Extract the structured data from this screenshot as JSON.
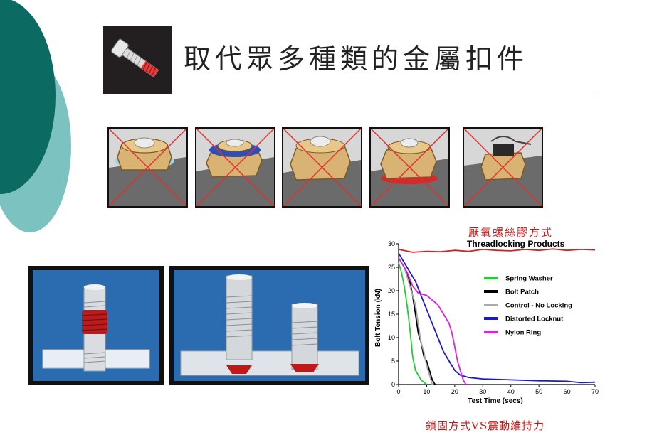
{
  "slide": {
    "title": "取代眾多種類的金屬扣件",
    "title_icon": "bolt-icon",
    "panels": [
      {
        "name": "spring-washer-nut",
        "icon": "spring-washer-nut-crossed-icon"
      },
      {
        "name": "bolt-patch-nut",
        "icon": "bolt-patch-nut-crossed-icon"
      },
      {
        "name": "plain-nut",
        "icon": "plain-nut-crossed-icon"
      },
      {
        "name": "distorted-locknut",
        "icon": "distorted-locknut-crossed-icon"
      },
      {
        "name": "nylon-ring-nut",
        "icon": "castle-nut-cotter-pin-crossed-icon"
      }
    ],
    "caption_top": "厭氧螺絲膠方式",
    "caption_bottom": "鎖固方式VS震動維持力",
    "colors": {
      "teal_dark": "#0b6b63",
      "teal_light": "#7cc2c0",
      "caption_red": "#c41a1a",
      "photo_blue": "#2b6cb0"
    }
  },
  "chart_data": {
    "type": "line",
    "title": "Threadlocking Products",
    "xlabel": "Test Time (secs)",
    "ylabel": "Bolt Tension (kN)",
    "xlim": [
      0,
      70
    ],
    "ylim": [
      0,
      30
    ],
    "xticks": [
      0,
      10,
      20,
      30,
      40,
      50,
      60,
      70
    ],
    "yticks": [
      0,
      5,
      10,
      15,
      20,
      25,
      30
    ],
    "legend_placement": "right",
    "series": [
      {
        "name": "Threadlocking Products",
        "legend": false,
        "color": "#d42020",
        "points": [
          [
            0,
            28.8
          ],
          [
            5,
            28.2
          ],
          [
            10,
            28.4
          ],
          [
            15,
            28.3
          ],
          [
            20,
            28.6
          ],
          [
            25,
            28.4
          ],
          [
            30,
            28.8
          ],
          [
            35,
            28.6
          ],
          [
            40,
            28.5
          ],
          [
            45,
            28.8
          ],
          [
            50,
            28.6
          ],
          [
            55,
            28.9
          ],
          [
            60,
            28.6
          ],
          [
            65,
            28.8
          ],
          [
            70,
            28.7
          ]
        ]
      },
      {
        "name": "Spring Washer",
        "legend": true,
        "color": "#22cc33",
        "points": [
          [
            0,
            26
          ],
          [
            1,
            24
          ],
          [
            2,
            21
          ],
          [
            3,
            17
          ],
          [
            4,
            12
          ],
          [
            5,
            6
          ],
          [
            6,
            3
          ],
          [
            8,
            1
          ],
          [
            10,
            0
          ]
        ]
      },
      {
        "name": "Bolt Patch",
        "legend": true,
        "color": "#000000",
        "points": [
          [
            0,
            27
          ],
          [
            2,
            25
          ],
          [
            4,
            22
          ],
          [
            5,
            19
          ],
          [
            6,
            15
          ],
          [
            7,
            11
          ],
          [
            8,
            9
          ],
          [
            9,
            6
          ],
          [
            10,
            5
          ],
          [
            11,
            3
          ],
          [
            12,
            1
          ],
          [
            13,
            0
          ]
        ]
      },
      {
        "name": "Control - No Locking",
        "legend": true,
        "color": "#aaaaaa",
        "points": [
          [
            0,
            27
          ],
          [
            2,
            25
          ],
          [
            4,
            21
          ],
          [
            6,
            17
          ],
          [
            7,
            13
          ],
          [
            8,
            9
          ],
          [
            9,
            7
          ],
          [
            10,
            4
          ],
          [
            11,
            2
          ],
          [
            12,
            0
          ]
        ]
      },
      {
        "name": "Distorted Locknut",
        "legend": true,
        "color": "#1a1ac8",
        "points": [
          [
            0,
            28
          ],
          [
            2,
            26
          ],
          [
            4,
            24
          ],
          [
            6,
            22
          ],
          [
            8,
            19
          ],
          [
            10,
            16
          ],
          [
            12,
            13
          ],
          [
            14,
            10
          ],
          [
            16,
            7
          ],
          [
            18,
            5
          ],
          [
            20,
            3
          ],
          [
            22,
            2
          ],
          [
            25,
            1.5
          ],
          [
            30,
            1.2
          ],
          [
            40,
            1
          ],
          [
            50,
            0.8
          ],
          [
            60,
            0.7
          ],
          [
            65,
            0.4
          ],
          [
            70,
            0.5
          ]
        ]
      },
      {
        "name": "Nylon Ring",
        "legend": true,
        "color": "#e020e0",
        "points": [
          [
            0,
            27
          ],
          [
            3,
            24
          ],
          [
            5,
            21
          ],
          [
            7,
            19.5
          ],
          [
            10,
            19
          ],
          [
            12,
            18
          ],
          [
            14,
            17
          ],
          [
            16,
            15
          ],
          [
            18,
            13
          ],
          [
            19,
            11
          ],
          [
            20,
            8
          ],
          [
            21,
            5
          ],
          [
            22,
            3
          ],
          [
            23,
            1
          ],
          [
            24,
            0
          ]
        ]
      }
    ]
  }
}
